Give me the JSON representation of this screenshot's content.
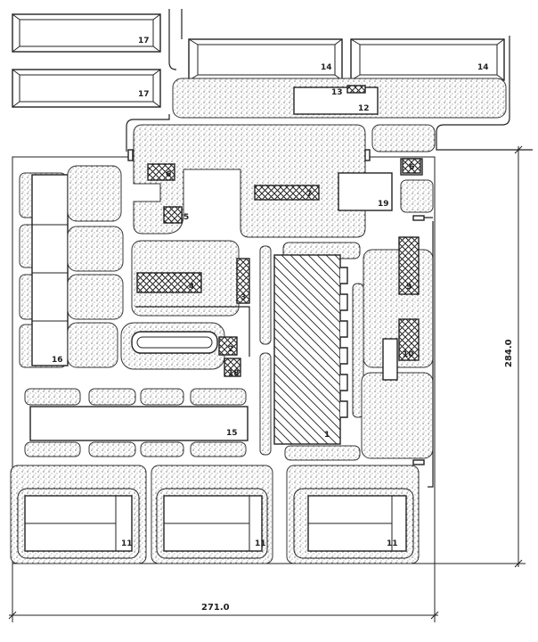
{
  "labels": {
    "b1": "1",
    "b2": "2",
    "b3": "3",
    "b4": "4",
    "b5": "5",
    "b6a": "6",
    "b6b": "6",
    "b7": "7",
    "b9": "9",
    "b10": "10",
    "b11a": "11",
    "b11b": "11",
    "b11c": "11",
    "b12": "12",
    "b13": "13",
    "b14a": "14",
    "b14b": "14",
    "b15": "15",
    "b16": "16",
    "b17a": "17",
    "b17b": "17",
    "b18": "18",
    "b19": "19"
  },
  "dimensions": {
    "width": "271.0",
    "height": "284.0"
  }
}
